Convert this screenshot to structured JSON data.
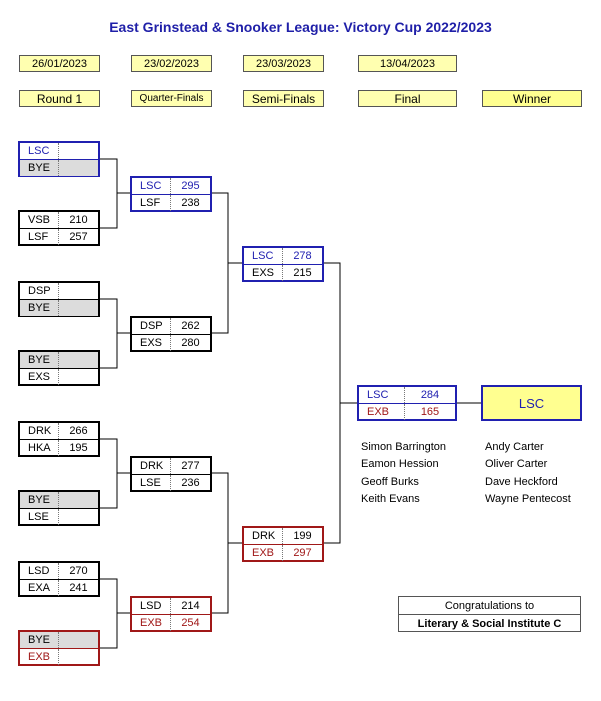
{
  "title": "East Grinstead & Snooker League: Victory Cup 2022/2023",
  "dates": [
    "26/01/2023",
    "23/02/2023",
    "23/03/2023",
    "13/04/2023"
  ],
  "rounds": [
    "Round 1",
    "Quarter-Finals",
    "Semi-Finals",
    "Final",
    "Winner"
  ],
  "round1": [
    {
      "top": {
        "code": "LSC",
        "score": ""
      },
      "bottom": {
        "code": "BYE",
        "score": ""
      }
    },
    {
      "top": {
        "code": "VSB",
        "score": "210"
      },
      "bottom": {
        "code": "LSF",
        "score": "257"
      }
    },
    {
      "top": {
        "code": "DSP",
        "score": ""
      },
      "bottom": {
        "code": "BYE",
        "score": ""
      }
    },
    {
      "top": {
        "code": "BYE",
        "score": ""
      },
      "bottom": {
        "code": "EXS",
        "score": ""
      }
    },
    {
      "top": {
        "code": "DRK",
        "score": "266"
      },
      "bottom": {
        "code": "HKA",
        "score": "195"
      }
    },
    {
      "top": {
        "code": "BYE",
        "score": ""
      },
      "bottom": {
        "code": "LSE",
        "score": ""
      }
    },
    {
      "top": {
        "code": "LSD",
        "score": "270"
      },
      "bottom": {
        "code": "EXA",
        "score": "241"
      }
    },
    {
      "top": {
        "code": "BYE",
        "score": ""
      },
      "bottom": {
        "code": "EXB",
        "score": ""
      }
    }
  ],
  "quarter_finals": [
    {
      "top": {
        "code": "LSC",
        "score": "295"
      },
      "bottom": {
        "code": "LSF",
        "score": "238"
      }
    },
    {
      "top": {
        "code": "DSP",
        "score": "262"
      },
      "bottom": {
        "code": "EXS",
        "score": "280"
      }
    },
    {
      "top": {
        "code": "DRK",
        "score": "277"
      },
      "bottom": {
        "code": "LSE",
        "score": "236"
      }
    },
    {
      "top": {
        "code": "LSD",
        "score": "214"
      },
      "bottom": {
        "code": "EXB",
        "score": "254"
      }
    }
  ],
  "semi_finals": [
    {
      "top": {
        "code": "LSC",
        "score": "278"
      },
      "bottom": {
        "code": "EXS",
        "score": "215"
      }
    },
    {
      "top": {
        "code": "DRK",
        "score": "199"
      },
      "bottom": {
        "code": "EXB",
        "score": "297"
      }
    }
  ],
  "final": {
    "top": {
      "code": "LSC",
      "score": "284"
    },
    "bottom": {
      "code": "EXB",
      "score": "165"
    }
  },
  "winner": "LSC",
  "players_left": [
    "Simon Barrington",
    "Eamon Hession",
    "Geoff Burks",
    "Keith Evans"
  ],
  "players_right": [
    "Andy Carter",
    "Oliver Carter",
    "Dave Heckford",
    "Wayne Pentecost"
  ],
  "congrats": {
    "line1": "Congratulations to",
    "line2": "Literary & Social Institute C"
  },
  "colors": {
    "blue": "#2020b0",
    "red": "#a01818",
    "yellow": "#ffffb0",
    "bye_grey": "#dcdcdc"
  }
}
